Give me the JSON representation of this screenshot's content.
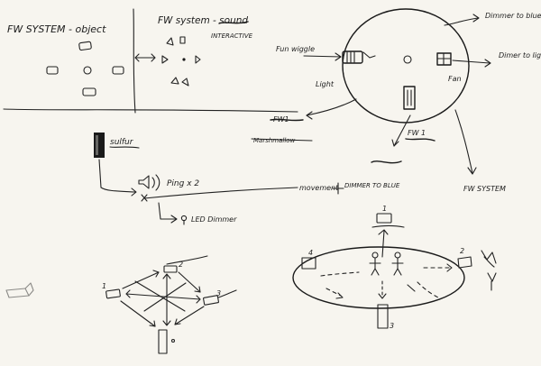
{
  "sketch": {
    "top_left_title": "FW SYSTEM - object",
    "top_mid_title": "FW system - sound",
    "top_mid_sub": "INTERACTIVE",
    "fan_wiggle": "Fun wiggle",
    "light": "Light",
    "fan": "Fan",
    "dimmer_to_blue": "Dimmer to blue",
    "dimmer_to_light": "Dimer to light",
    "fw1_left": "FW1",
    "fw1_left_strike": "Marshmallow",
    "fw1_right": "FW 1",
    "dimmer_to_blue_bottom": "DIMMER TO BLUE",
    "fw_system": "FW SYSTEM",
    "sulfur": "sulfur",
    "ping": "Ping x 2",
    "movement": "movement",
    "led_dimmer": "LED Dimmer",
    "num_1_left": "1",
    "num_2_left": "2",
    "num_3_left": "3",
    "num_1_right": "1",
    "num_2_right": "2",
    "num_3_right": "3",
    "num_4_right": "4"
  }
}
